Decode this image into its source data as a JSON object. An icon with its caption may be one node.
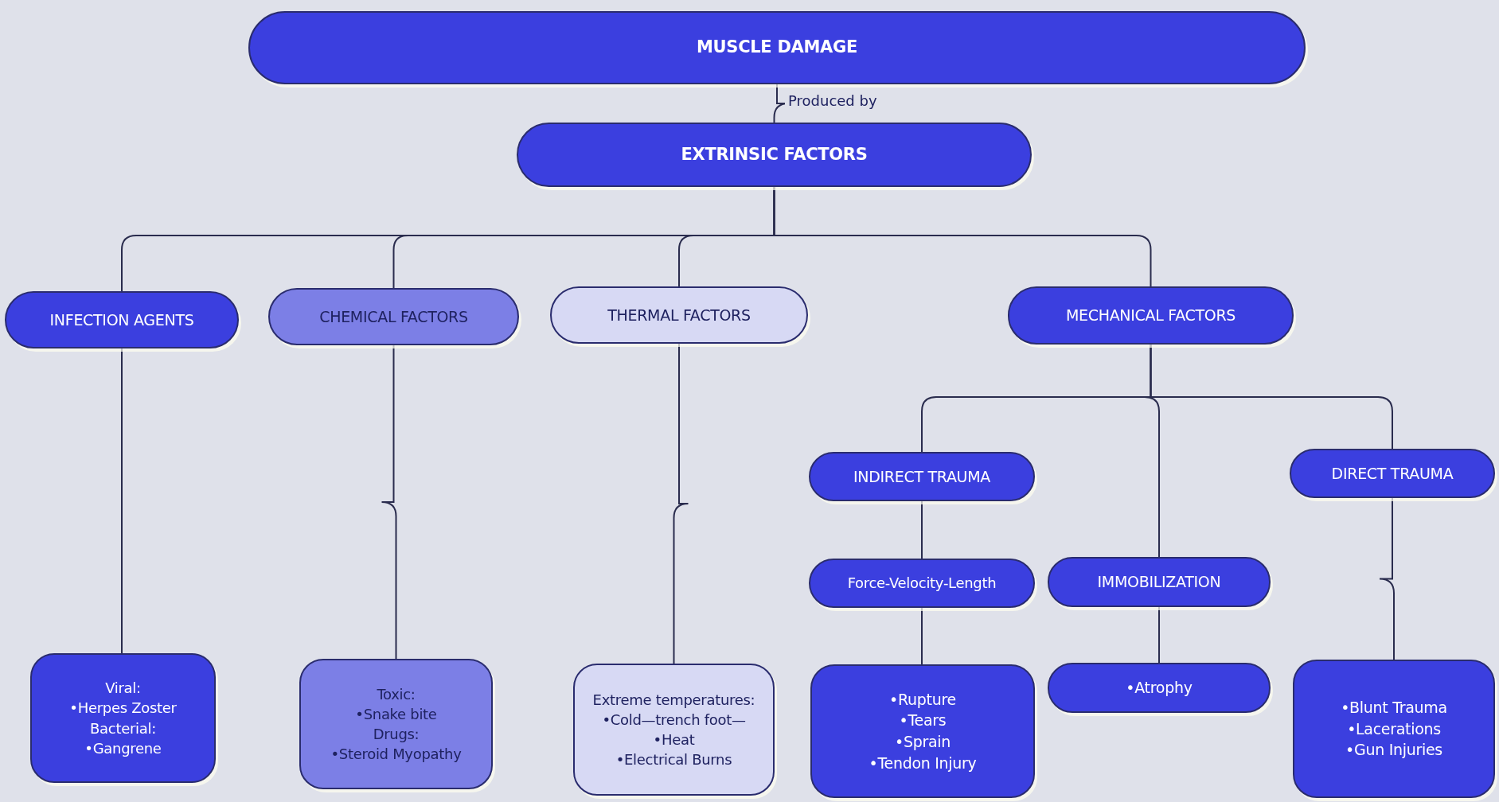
{
  "diagram": {
    "nodes": [
      {
        "text": [
          "MUSCLE DAMAGE"
        ]
      },
      {
        "text": [
          "EXTRINSIC FACTORS"
        ]
      },
      {
        "text": [
          "INFECTION AGENTS"
        ]
      },
      {
        "text": [
          "CHEMICAL FACTORS"
        ]
      },
      {
        "text": [
          "THERMAL FACTORS"
        ]
      },
      {
        "text": [
          "MECHANICAL FACTORS"
        ]
      },
      {
        "text": [
          "INDIRECT TRAUMA"
        ]
      },
      {
        "text": [
          "DIRECT TRAUMA"
        ]
      },
      {
        "text": [
          "Force-Velocity-Length"
        ]
      },
      {
        "text": [
          "IMMOBILIZATION"
        ]
      },
      {
        "text": [
          "Viral:",
          "•Herpes Zoster",
          "Bacterial:",
          "•Gangrene"
        ]
      },
      {
        "text": [
          "Toxic:",
          "•Snake bite",
          "Drugs:",
          "•Steroid Myopathy"
        ]
      },
      {
        "text": [
          "Extreme temperatures:",
          "•Cold—trench foot—",
          "•Heat",
          "•Electrical Burns"
        ]
      },
      {
        "text": [
          "•Rupture",
          "•Tears",
          "•Sprain",
          "•Tendon Injury"
        ]
      },
      {
        "text": [
          "•Atrophy"
        ]
      },
      {
        "text": [
          "•Blunt Trauma",
          "•Lacerations",
          "•Gun Injuries"
        ]
      }
    ],
    "edges": [
      {
        "from": 0,
        "to": 1,
        "arrow": "none",
        "label": "Produced by"
      },
      {
        "from": 1,
        "to": 2,
        "arrow": "none"
      },
      {
        "from": 1,
        "to": 3,
        "arrow": "none"
      },
      {
        "from": 1,
        "to": 4,
        "arrow": "none"
      },
      {
        "from": 1,
        "to": 5,
        "arrow": "none"
      },
      {
        "from": 5,
        "to": 6,
        "arrow": "none"
      },
      {
        "from": 5,
        "to": 9,
        "arrow": "none"
      },
      {
        "from": 5,
        "to": 7,
        "arrow": "none"
      },
      {
        "from": 6,
        "to": 8,
        "arrow": "none"
      },
      {
        "from": 8,
        "to": 13,
        "arrow": "none"
      },
      {
        "from": 9,
        "to": 14,
        "arrow": "none"
      },
      {
        "from": 7,
        "to": 15,
        "arrow": "none"
      },
      {
        "from": 2,
        "to": 10,
        "arrow": "none"
      },
      {
        "from": 3,
        "to": 11,
        "arrow": "none"
      },
      {
        "from": 4,
        "to": 12,
        "arrow": "none"
      }
    ]
  }
}
